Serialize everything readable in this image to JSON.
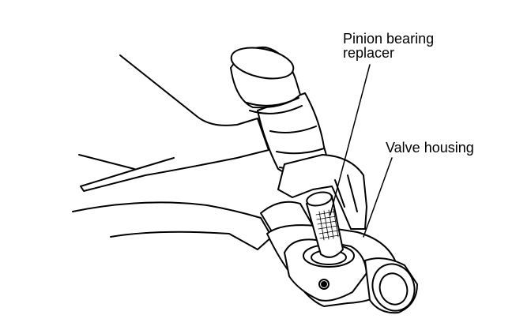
{
  "labels": {
    "pinion_bearing_replacer": [
      "Pinion bearing",
      "replacer"
    ],
    "valve_housing": "Valve housing"
  },
  "colors": {
    "ink": "#000000",
    "paper": "#ffffff"
  }
}
